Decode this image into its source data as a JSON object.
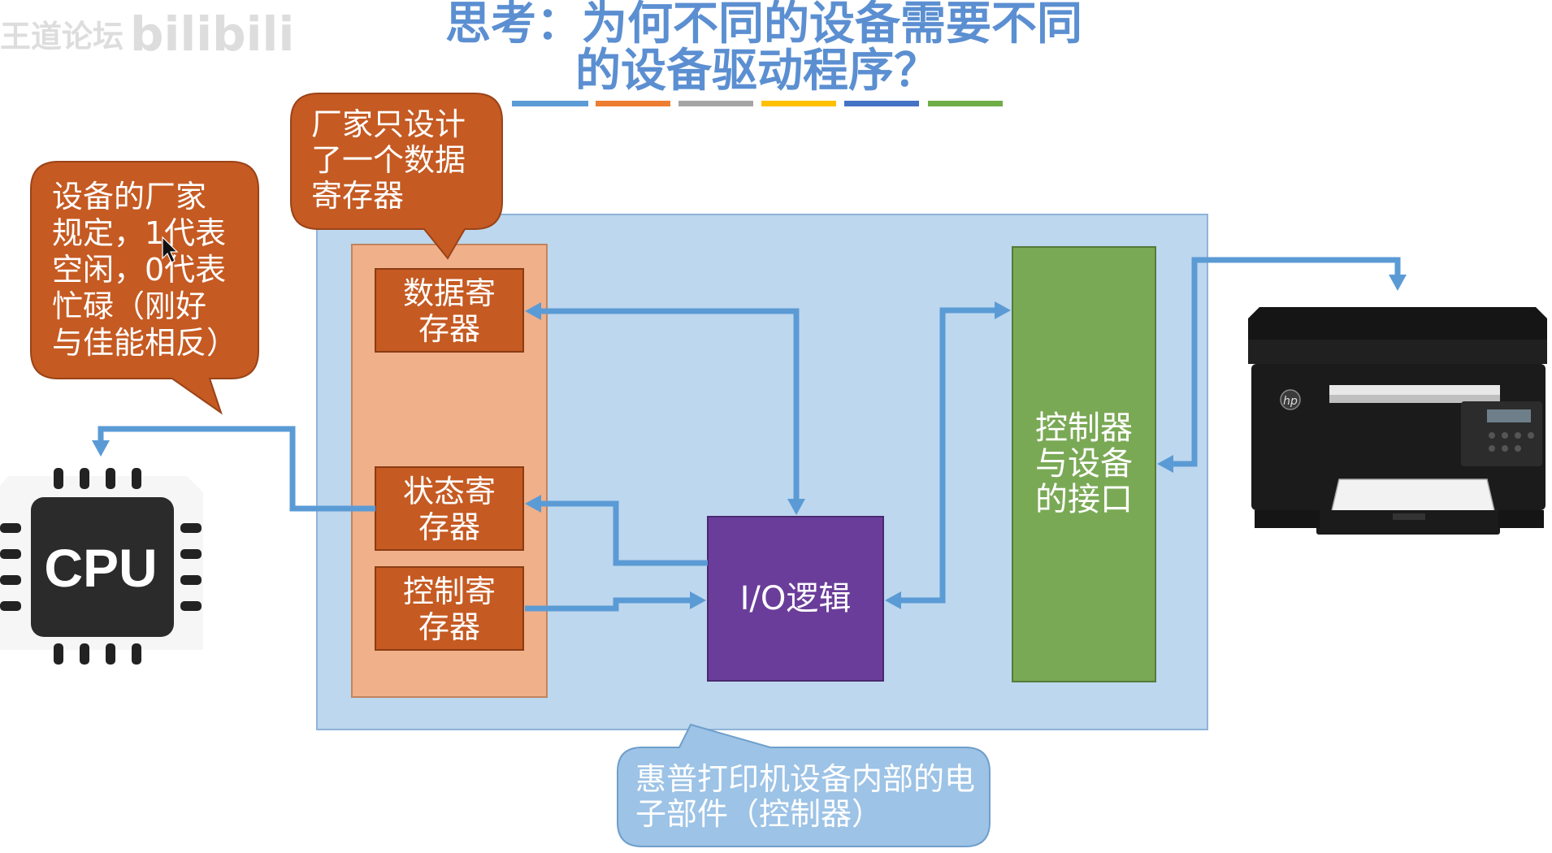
{
  "watermark": {
    "text": "王道论坛",
    "logo": "bilibili"
  },
  "title": {
    "line1": "思考：为何不同的设备需要不同",
    "line2": "的设备驱动程序？"
  },
  "title_underline_colors": [
    "#5b9bd5",
    "#ed7d31",
    "#a5a5a5",
    "#ffc000",
    "#4472c4",
    "#70ad47"
  ],
  "callout_status": {
    "lines": [
      "设备的厂家",
      "规定，1代表",
      "空闲，0代表",
      "忙碌（刚好",
      "与佳能相反）"
    ]
  },
  "callout_data": {
    "lines": [
      "厂家只设计",
      "了一个数据",
      "寄存器"
    ]
  },
  "registers": {
    "data": [
      "数据寄",
      "存器"
    ],
    "status": [
      "状态寄",
      "存器"
    ],
    "control": [
      "控制寄",
      "存器"
    ]
  },
  "io_logic": {
    "label": "I/O逻辑"
  },
  "interface": {
    "lines": [
      "控制器",
      "与设备",
      "的接口"
    ]
  },
  "note": {
    "lines": [
      "惠普打印机设备内部的电",
      "子部件（控制器）"
    ]
  },
  "cpu": {
    "label": "CPU",
    "icon": "cpu-chip-icon"
  },
  "printer": {
    "icon": "printer-icon",
    "brand": "hp"
  },
  "colors": {
    "board": "#bdd7ee",
    "register_panel": "#f0b08a",
    "register": "#c55a22",
    "callout": "#c55a22",
    "io_logic": "#6a3d9a",
    "interface": "#7aa955",
    "note": "#9dc3e6",
    "arrow": "#5b9bd5"
  }
}
